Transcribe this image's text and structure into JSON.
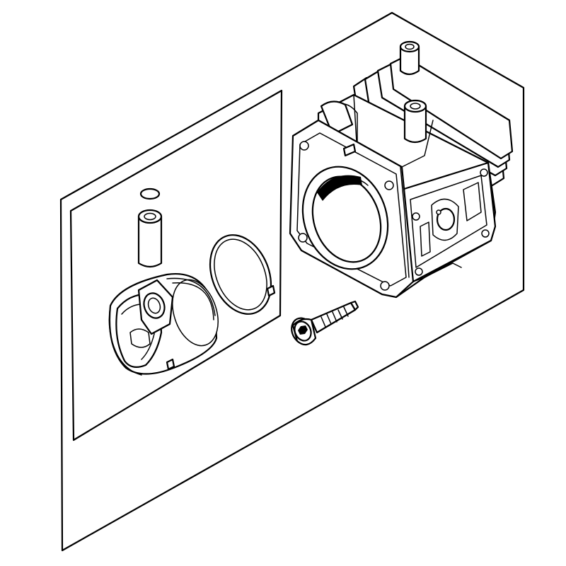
{
  "diagram": {
    "type": "exploded-parts-illustration",
    "line_color": "#000000",
    "background_color": "#ffffff",
    "parts": [
      "cylinder",
      "piston",
      "piston-pin",
      "pin-circlip",
      "piston-ring",
      "screw"
    ]
  }
}
